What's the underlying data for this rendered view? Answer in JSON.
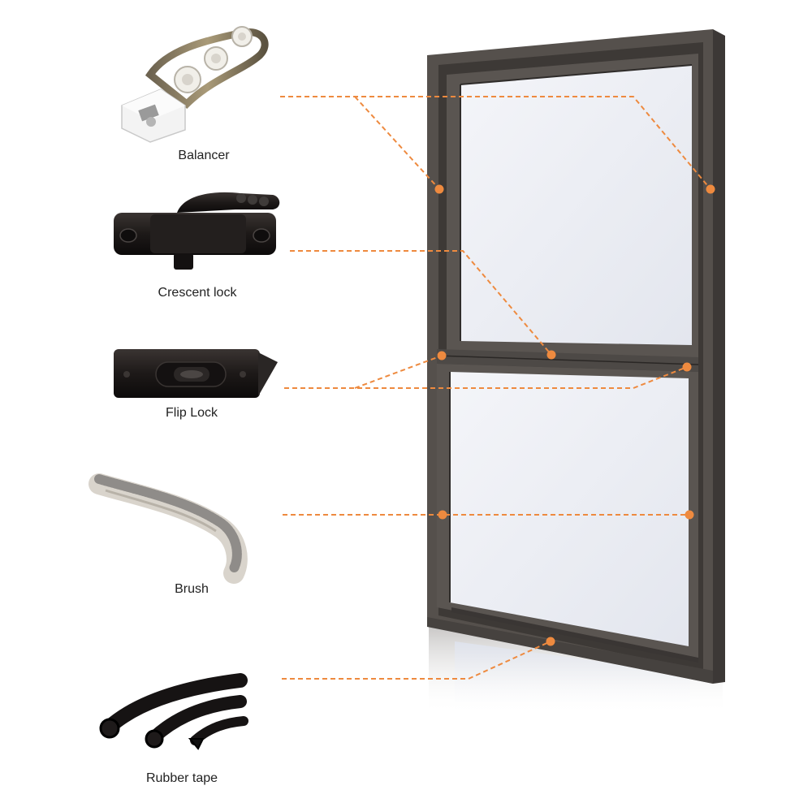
{
  "parts": [
    {
      "id": "balancer",
      "label": "Balancer",
      "icon": "balancer-icon"
    },
    {
      "id": "crescent-lock",
      "label": "Crescent lock",
      "icon": "crescent-lock-icon"
    },
    {
      "id": "flip-lock",
      "label": "Flip Lock",
      "icon": "flip-lock-icon"
    },
    {
      "id": "brush",
      "label": "Brush",
      "icon": "brush-seal-icon"
    },
    {
      "id": "rubber-tape",
      "label": "Rubber tape",
      "icon": "rubber-tape-icon"
    }
  ],
  "colors": {
    "leader_line": "#ee8a3f",
    "frame": "#4a4643",
    "frame_dark": "#2f2c2a",
    "glass_top": "#e8ebf2",
    "glass_bottom": "#eceef3"
  }
}
